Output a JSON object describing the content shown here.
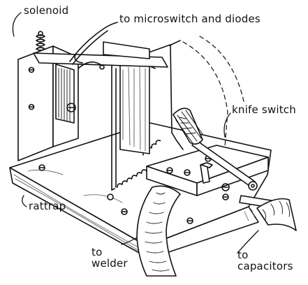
{
  "labels": {
    "solenoid": "solenoid",
    "microswitch": "to microswitch and diodes",
    "knife_switch": "knife switch",
    "rattrap": "rattrap",
    "welder_line1": "to",
    "welder_line2": "welder",
    "capacitors_line1": "to",
    "capacitors_line2": "capacitors"
  },
  "colors": {
    "ink": "#111111",
    "paper": "#ffffff",
    "wood_grain": "#444444"
  }
}
